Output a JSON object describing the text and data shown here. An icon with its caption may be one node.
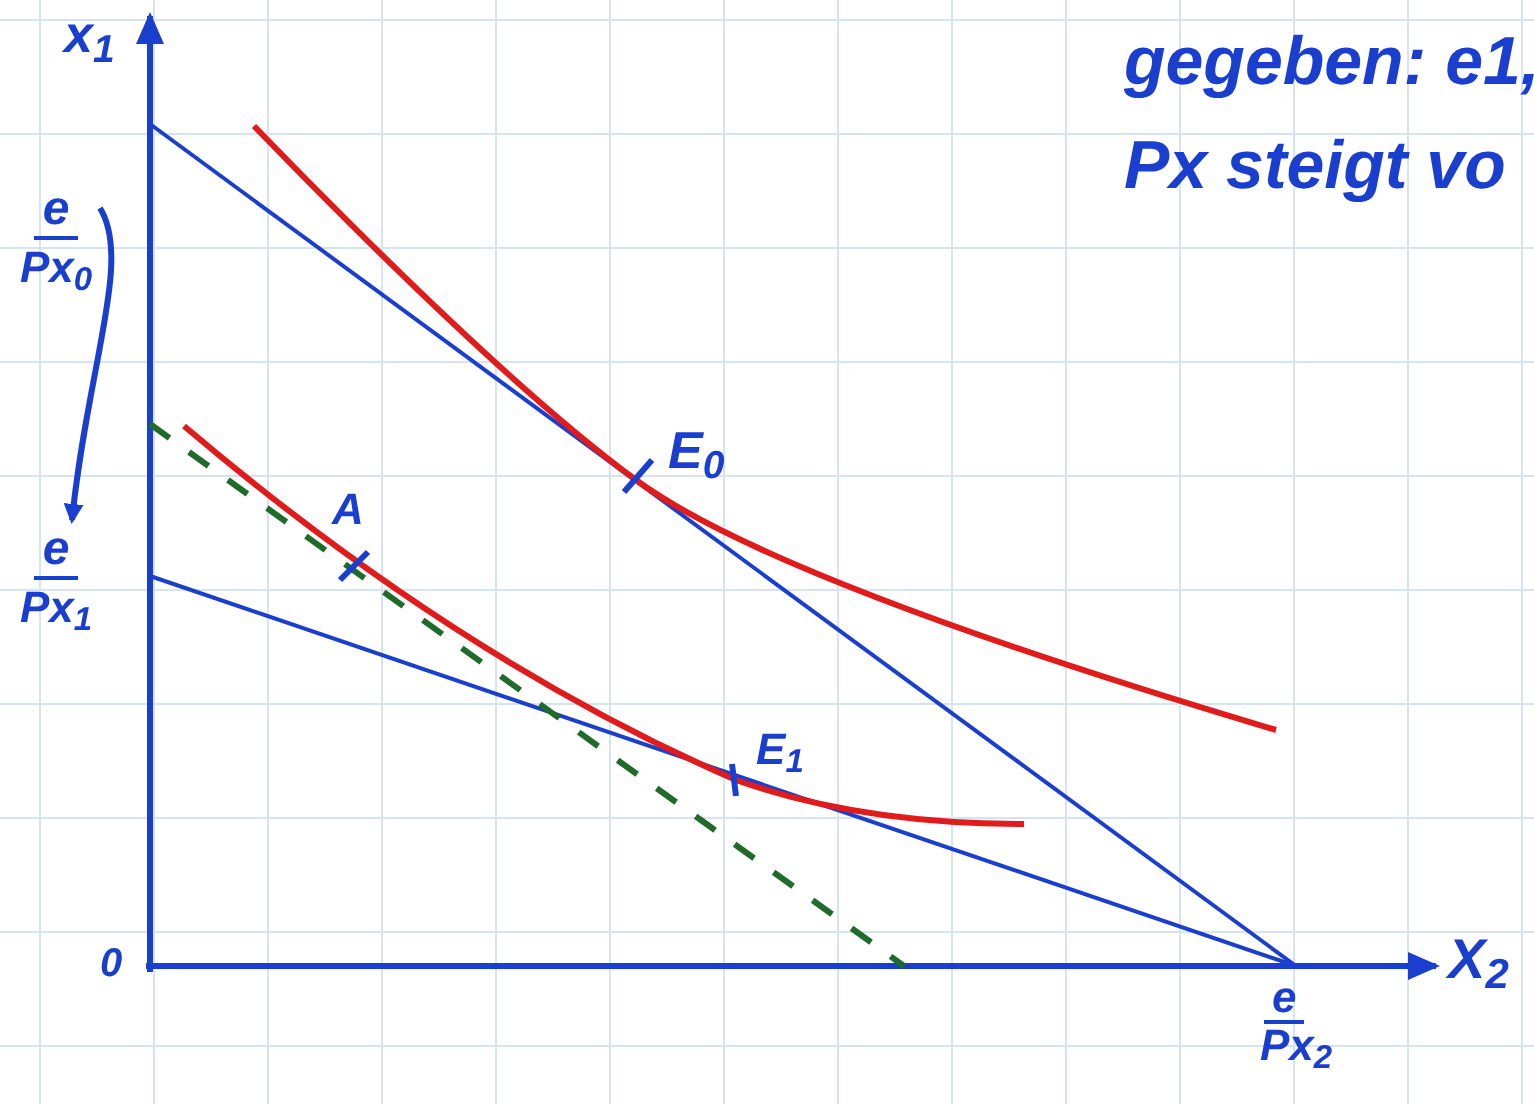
{
  "diagram": {
    "nodes": [
      {
        "text": [
          "e",
          "Px$_{0}$"
        ]
      },
      {
        "text": [
          "e",
          "Px$_{1}$"
        ]
      }
    ],
    "edges": [
      {
        "from": 0,
        "to": 1,
        "arrow": "to"
      }
    ],
    "labels": [
      "x$_{1}$",
      "gegeben: e1,",
      "Px steigt vo",
      "E$_{0}$",
      "A",
      "E$_{1}$",
      "0",
      "X$_{2}$",
      "e",
      "Px$_{2}$"
    ]
  }
}
